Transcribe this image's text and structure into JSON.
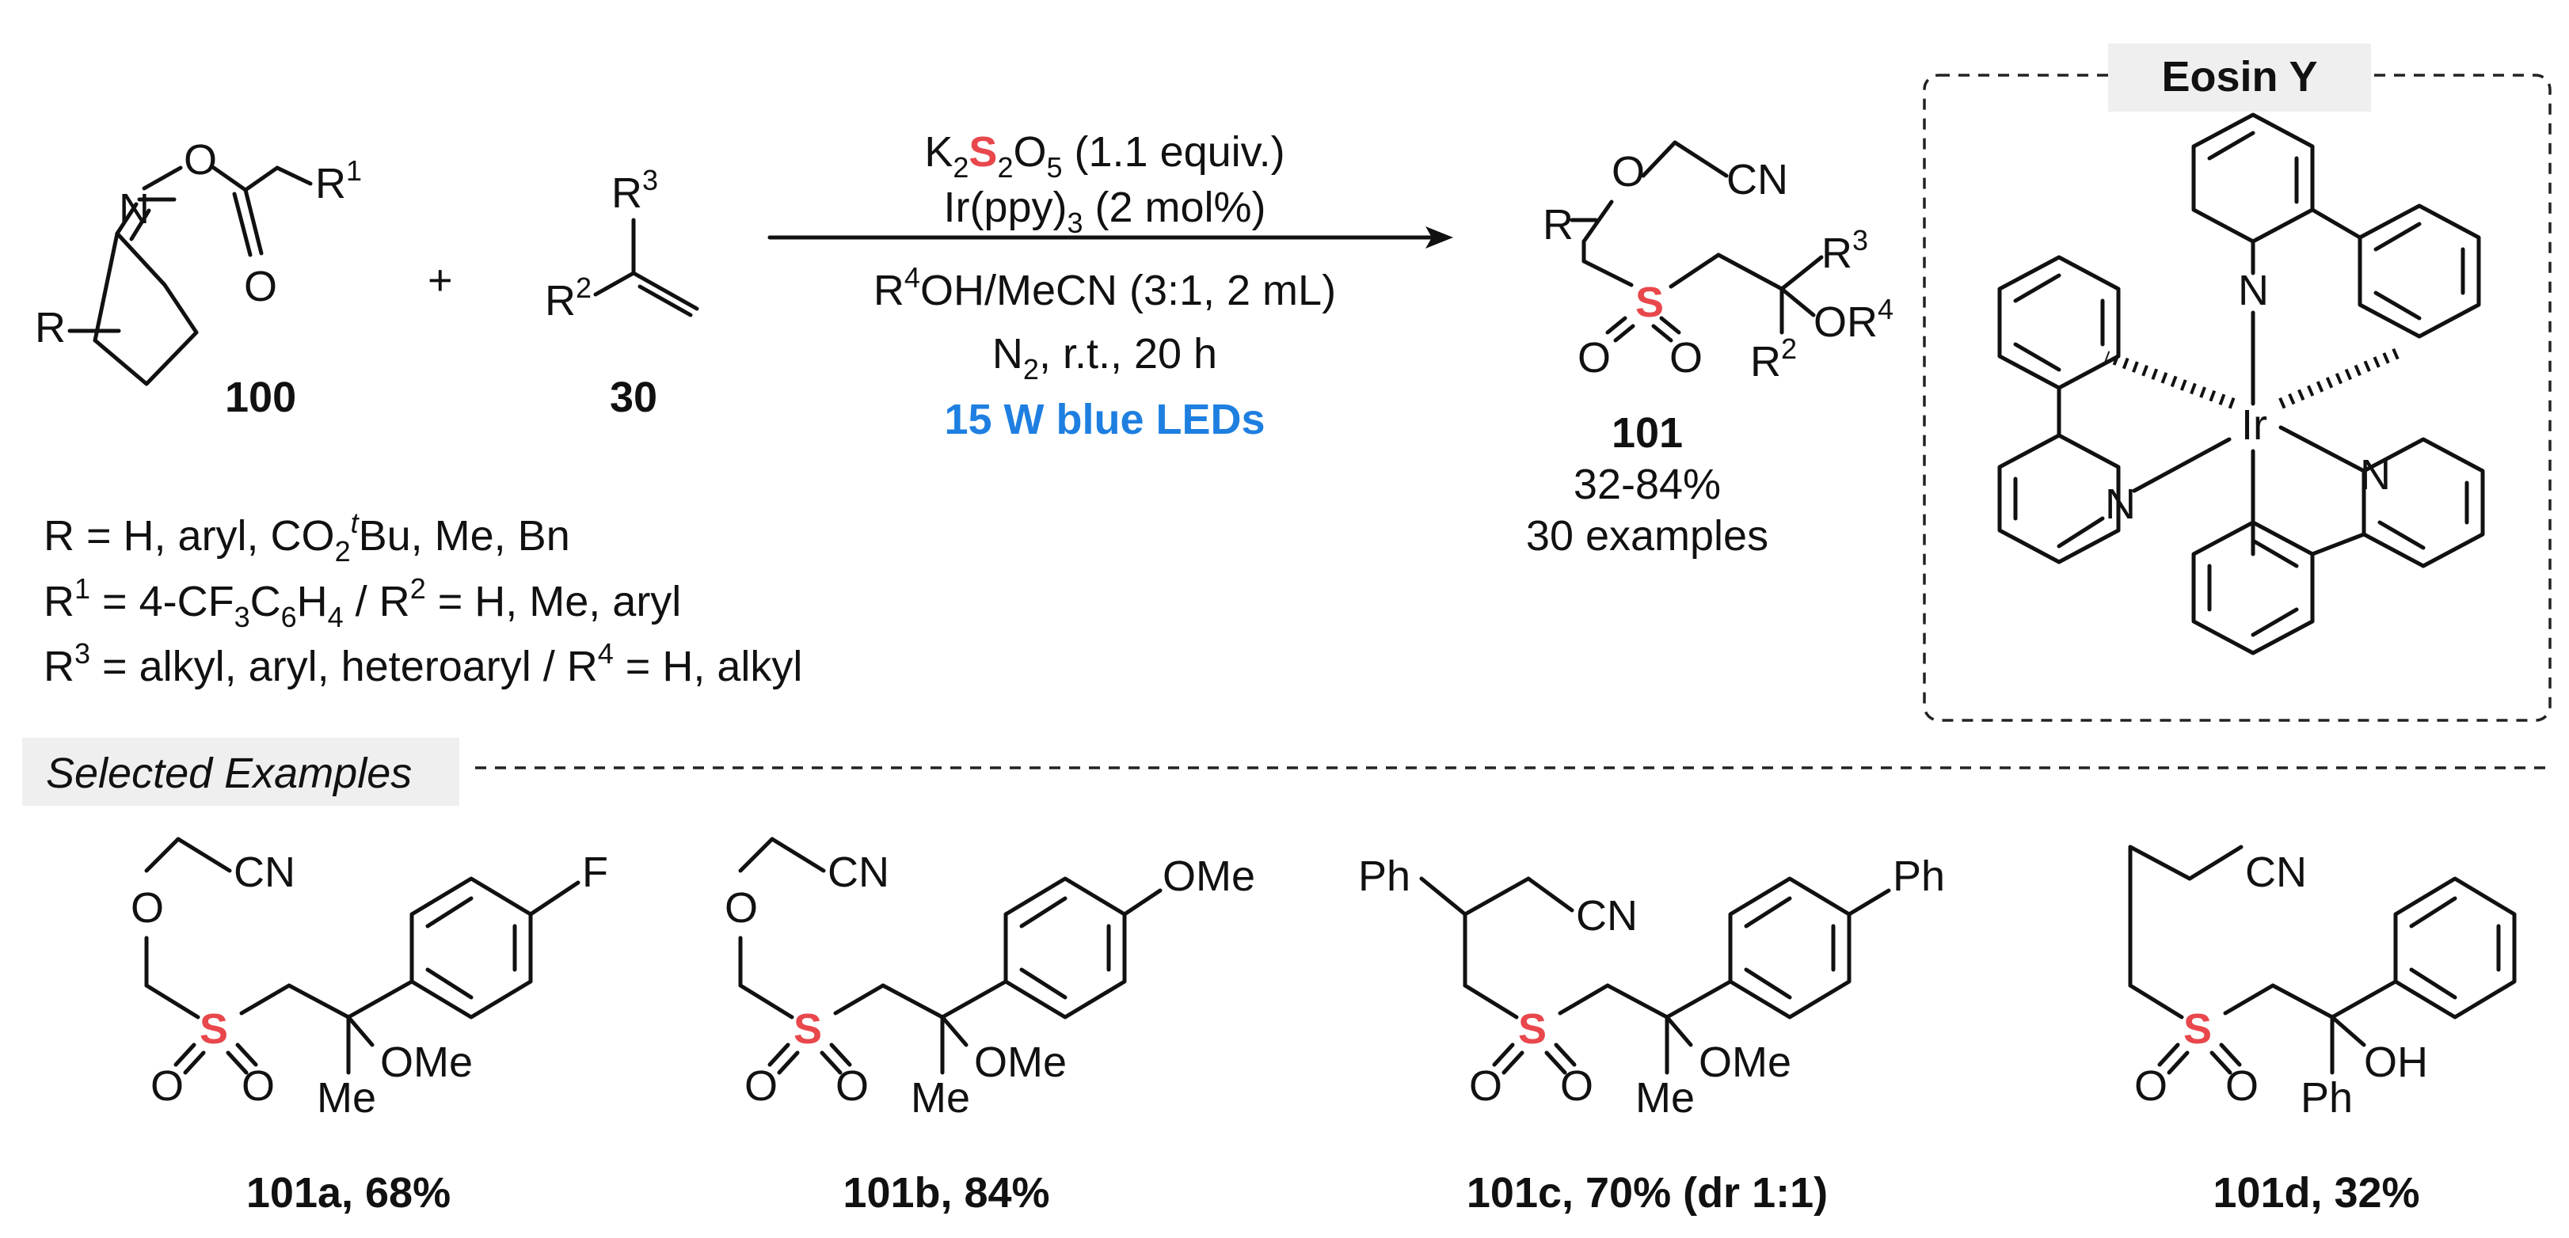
{
  "colors": {
    "sulfur": "#e8474c",
    "light_text": "#1e7fe0",
    "label_bg": "#efefef",
    "ink": "#111111"
  },
  "reactants": {
    "oxime": {
      "label": "100",
      "atoms": {
        "N": "N",
        "O1": "O",
        "O2": "O",
        "R": "R",
        "R1": "R",
        "R1_sup": "1"
      }
    },
    "plus": "+",
    "alkene": {
      "label": "30",
      "atoms": {
        "R3": "R",
        "R3_sup": "3",
        "R2": "R",
        "R2_sup": "2"
      }
    }
  },
  "conditions": {
    "line1_a": "K",
    "line1_sub1": "2",
    "line1_S": "S",
    "line1_sub2": "2",
    "line1_b": "O",
    "line1_sub3": "5",
    "line1_c": " (1.1 equiv.)",
    "line2": "Ir(ppy)",
    "line2_sub": "3",
    "line2_b": " (2 mol%)",
    "line3_a": "R",
    "line3_sup": "4",
    "line3_b": "OH/MeCN (3:1, 2 mL)",
    "line4_a": "N",
    "line4_sub": "2",
    "line4_b": ", r.t., 20 h",
    "light": "15 W blue LEDs"
  },
  "product": {
    "label": "101",
    "yield": "32-84%",
    "examples": "30 examples",
    "atoms": {
      "O": "O",
      "CN": "CN",
      "R": "R",
      "S": "S",
      "O_left": "O",
      "O_right": "O",
      "R3": "R",
      "R3_sup": "3",
      "OR4": "OR",
      "OR4_sup": "4",
      "R2": "R",
      "R2_sup": "2"
    }
  },
  "scope": {
    "line1_a": "R = H, aryl, CO",
    "line1_sub": "2",
    "line1_sup": "t",
    "line1_b": "Bu, Me, Bn",
    "line2_a": "R",
    "line2_sup1": "1",
    "line2_b": " = 4-CF",
    "line2_sub1": "3",
    "line2_c": "C",
    "line2_sub2": "6",
    "line2_d": "H",
    "line2_sub3": "4",
    "line2_e": " / R",
    "line2_sup2": "2",
    "line2_f": " = H, Me, aryl",
    "line3_a": "R",
    "line3_sup1": "3",
    "line3_b": " = alkyl, aryl, heteroaryl / R",
    "line3_sup2": "4",
    "line3_c": " = H, alkyl"
  },
  "catalyst": {
    "title": "Eosin Y",
    "Ir": "Ir",
    "N": "N"
  },
  "selected": {
    "title": "Selected Examples",
    "items": [
      {
        "caption": "101a, 68%",
        "substituent": "F",
        "O": "O",
        "CN": "CN",
        "S": "S",
        "OMe": "OMe",
        "Me": "Me",
        "O_l": "O",
        "O_r": "O"
      },
      {
        "caption": "101b, 84%",
        "substituent": "OMe",
        "O": "O",
        "CN": "CN",
        "S": "S",
        "OMe": "OMe",
        "Me": "Me",
        "O_l": "O",
        "O_r": "O"
      },
      {
        "caption": "101c, 70% (dr 1:1)",
        "substituent": "Ph",
        "Ph_top": "Ph",
        "CN": "CN",
        "S": "S",
        "OMe": "OMe",
        "Me": "Me",
        "O_l": "O",
        "O_r": "O"
      },
      {
        "caption": "101d, 32%",
        "CN": "CN",
        "S": "S",
        "OH": "OH",
        "Ph": "Ph",
        "O_l": "O",
        "O_r": "O"
      }
    ]
  }
}
